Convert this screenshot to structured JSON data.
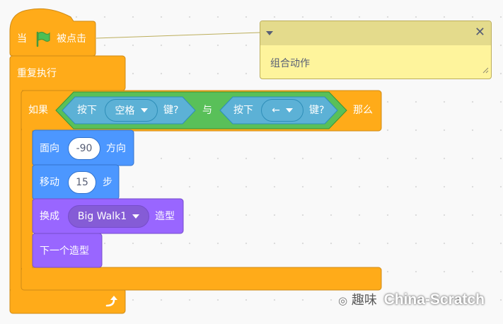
{
  "hat_block": {
    "prefix": "当",
    "suffix": "被点击",
    "icon": "green-flag-icon"
  },
  "forever_block": {
    "label": "重复执行",
    "icon": "loop-arrow-icon"
  },
  "if_block": {
    "if_label": "如果",
    "then_label": "那么",
    "and_label": "与",
    "left_condition": {
      "prefix": "按下",
      "key": "空格",
      "suffix": "键?"
    },
    "right_condition": {
      "prefix": "按下",
      "key": "←",
      "suffix": "键?"
    }
  },
  "point_block": {
    "prefix": "面向",
    "value": "-90",
    "suffix": "方向"
  },
  "move_block": {
    "prefix": "移动",
    "value": "15",
    "suffix": "步"
  },
  "costume_block": {
    "prefix": "换成",
    "costume": "Big Walk1",
    "suffix": "造型"
  },
  "next_costume_block": {
    "label": "下一个造型"
  },
  "comment": {
    "text": "组合动作"
  },
  "watermark": {
    "text": "趣味",
    "brand": "China-Scratch"
  },
  "colors": {
    "control": "#ffab19",
    "control_border": "#cf8b17",
    "motion": "#4c97ff",
    "motion_border": "#3373cc",
    "looks": "#9966ff",
    "looks_border": "#774dcb",
    "operator": "#59c059",
    "operator_border": "#389438",
    "sensing": "#5cb1d6",
    "sensing_border": "#2e8eb8",
    "comment_bg": "#fef49c"
  }
}
